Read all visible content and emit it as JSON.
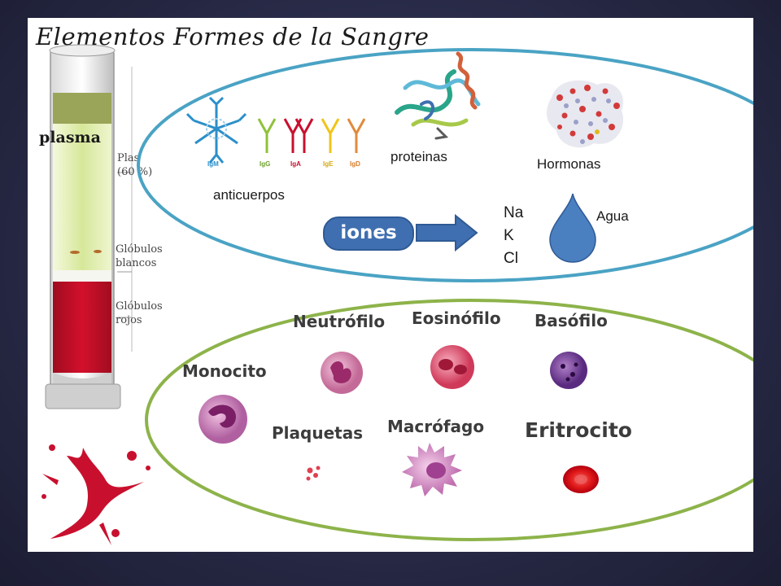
{
  "title": "Elementos Formes de la Sangre",
  "tube": {
    "plasma_label": "plasma",
    "note_plasma_line1": "Plas",
    "note_plasma_line2": "(60 %)",
    "note_white_line1": "Glóbulos",
    "note_white_line2": "blancos",
    "note_red_line1": "Glóbulos",
    "note_red_line2": "rojos"
  },
  "plasma_components": {
    "antibody_types": [
      "IgM",
      "IgG",
      "IgA",
      "IgE",
      "IgD"
    ],
    "anticuerpos_label": "anticuerpos",
    "proteinas_label": "proteinas",
    "hormonas_label": "Hormonas",
    "iones_label": "iones",
    "ions": [
      "Na",
      "K",
      "Cl"
    ],
    "agua_label": "Agua"
  },
  "cells": {
    "neutrofilo": "Neutrófilo",
    "eosinofilo": "Eosinófilo",
    "basofilo": "Basófilo",
    "monocito": "Monocito",
    "plaquetas": "Plaquetas",
    "macrofago": "Macrófago",
    "eritrocito": "Eritrocito"
  },
  "colors": {
    "upper_ellipse": "#4aa3c4",
    "lower_ellipse": "#8db34a",
    "iones_fill": "#3f6fb0",
    "blood_red": "#c8102e",
    "plasma_yellow": "#e3efb0"
  }
}
